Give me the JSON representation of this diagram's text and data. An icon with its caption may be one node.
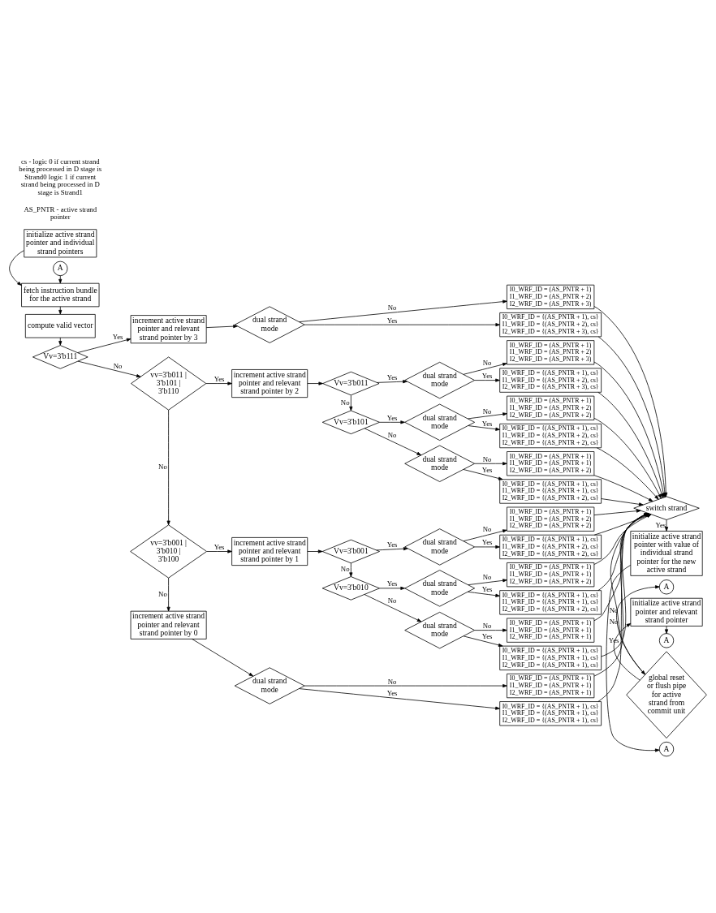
{
  "diagram": {
    "nodes": [
      {
        "text": [
          "initialize active strand pointer and individual strand pointers"
        ]
      },
      {
        "text": [
          "A"
        ]
      },
      {
        "text": [
          "fetch instruction bundle for the active strand"
        ]
      },
      {
        "text": [
          "compute valid vector"
        ]
      },
      {
        "text": [
          "Vv=3'b111"
        ]
      },
      {
        "text": [
          "increment active strand pointer and relevant strand pointer by 3"
        ]
      },
      {
        "text": [
          "dual strand mode"
        ]
      },
      {
        "text": [
          "I0_WRF_ID = (AS_PNTR + 1) I1_WRF_ID = (AS_PNTR + 2) I2_WRF_ID = (AS_PNTR + 3)"
        ]
      },
      {
        "text": [
          "I0_WRF_ID = {(AS_PNTR + 1), cs} I1_WRF_ID = {(AS_PNTR + 2), cs} I2_WRF_ID = {(AS_PNTR + 3), cs}"
        ]
      },
      {
        "text": [
          "vv=3'b011 | 3'b101 | 3'b110"
        ]
      },
      {
        "text": [
          "increment active strand pointer and relevant strand pointer by 2"
        ]
      },
      {
        "text": [
          "Vv=3'b011"
        ]
      },
      {
        "text": [
          "dual strand mode"
        ]
      },
      {
        "text": [
          "I0_WRF_ID = (AS_PNTR + 1) I1_WRF_ID = (AS_PNTR + 2) I2_WRF_ID = (AS_PNTR + 3)"
        ]
      },
      {
        "text": [
          "I0_WRF_ID = {(AS_PNTR + 1), cs} I1_WRF_ID = {(AS_PNTR + 2), cs} I2_WRF_ID = {(AS_PNTR + 3), cs}"
        ]
      },
      {
        "text": [
          "Vv=3'b101"
        ]
      },
      {
        "text": [
          "dual strand mode"
        ]
      },
      {
        "text": [
          "I0_WRF_ID = (AS_PNTR + 1) I1_WRF_ID = (AS_PNTR + 2) I2_WRF_ID = (AS_PNTR + 2)"
        ]
      },
      {
        "text": [
          "I0_WRF_ID = {(AS_PNTR + 1), cs} I1_WRF_ID = {(AS_PNTR + 2), cs} I2_WRF_ID = {(AS_PNTR + 2), cs}"
        ]
      },
      {
        "text": [
          "dual strand mode"
        ]
      },
      {
        "text": [
          "I0_WRF_ID = (AS_PNTR + 1) I1_WRF_ID = (AS_PNTR + 1) I2_WRF_ID = (AS_PNTR + 2)"
        ]
      },
      {
        "text": [
          "I0_WRF_ID = {(AS_PNTR + 1), cs} I1_WRF_ID = {(AS_PNTR + 1), cs} I2_WRF_ID = {(AS_PNTR + 2), cs}"
        ]
      },
      {
        "text": [
          "vv=3'b001 | 3'b010 | 3'b100"
        ]
      },
      {
        "text": [
          "increment active strand pointer and relevant strand pointer by 1"
        ]
      },
      {
        "text": [
          "Vv=3'b001"
        ]
      },
      {
        "text": [
          "dual strand mode"
        ]
      },
      {
        "text": [
          "I0_WRF_ID = (AS_PNTR + 1) I1_WRF_ID = (AS_PNTR + 2) I2_WRF_ID = (AS_PNTR + 2)"
        ]
      },
      {
        "text": [
          "I0_WRF_ID = {(AS_PNTR + 1), cs} I1_WRF_ID = {(AS_PNTR + 2), cs} I2_WRF_ID = {(AS_PNTR + 2), cs}"
        ]
      },
      {
        "text": [
          "Vv=3'b010"
        ]
      },
      {
        "text": [
          "dual strand mode"
        ]
      },
      {
        "text": [
          "I0_WRF_ID = (AS_PNTR + 1) I1_WRF_ID = (AS_PNTR + 1) I2_WRF_ID = (AS_PNTR + 2)"
        ]
      },
      {
        "text": [
          "I0_WRF_ID = {(AS_PNTR + 1), cs} I1_WRF_ID = {(AS_PNTR + 1), cs} I2_WRF_ID = {(AS_PNTR + 2), cs}"
        ]
      },
      {
        "text": [
          "dual strand mode"
        ]
      },
      {
        "text": [
          "I0_WRF_ID = (AS_PNTR + 1) I1_WRF_ID = (AS_PNTR + 1) I2_WRF_ID = (AS_PNTR + 1)"
        ]
      },
      {
        "text": [
          "I0_WRF_ID = {(AS_PNTR + 1), cs} I1_WRF_ID = {(AS_PNTR + 1), cs} I2_WRF_ID = {(AS_PNTR + 1), cs}"
        ]
      },
      {
        "text": [
          "increment active strand pointer and relevant strand pointer by 0"
        ]
      },
      {
        "text": [
          "dual strand mode"
        ]
      },
      {
        "text": [
          "I0_WRF_ID = (AS_PNTR + 1) I1_WRF_ID = (AS_PNTR + 1) I2_WRF_ID = (AS_PNTR + 1)"
        ]
      },
      {
        "text": [
          "I0_WRF_ID = {(AS_PNTR + 1), cs} I1_WRF_ID = {(AS_PNTR + 1), cs} I2_WRF_ID = {(AS_PNTR + 1), cs}"
        ]
      },
      {
        "text": [
          "switch strand"
        ]
      },
      {
        "text": [
          "initialize active strand pointer with value of individual strand pointer for the new active strand"
        ]
      },
      {
        "text": [
          "A"
        ]
      },
      {
        "text": [
          "global reset or flush pipe for active strand from commit unit"
        ]
      },
      {
        "text": [
          "initialize active strand pointer and relevant strand pointer"
        ]
      },
      {
        "text": [
          "A"
        ]
      },
      {
        "text": [
          "A"
        ]
      }
    ],
    "edges": [
      {
        "from": 0,
        "to": 2,
        "arrow": "to"
      },
      {
        "from": 1,
        "to": 2,
        "arrow": "to"
      },
      {
        "from": 2,
        "to": 3,
        "arrow": "to"
      },
      {
        "from": 3,
        "to": 4,
        "arrow": "to"
      },
      {
        "from": 4,
        "to": 5,
        "arrow": "to",
        "label": "Yes"
      },
      {
        "from": 4,
        "to": 9,
        "arrow": "to",
        "label": "No"
      },
      {
        "from": 5,
        "to": 6,
        "arrow": "to"
      },
      {
        "from": 6,
        "to": 7,
        "arrow": "to",
        "label": "No"
      },
      {
        "from": 6,
        "to": 8,
        "arrow": "to",
        "label": "Yes"
      },
      {
        "from": 9,
        "to": 10,
        "arrow": "to",
        "label": "Yes"
      },
      {
        "from": 9,
        "to": 22,
        "arrow": "to",
        "label": "No"
      },
      {
        "from": 10,
        "to": 11,
        "arrow": "to"
      },
      {
        "from": 11,
        "to": 12,
        "arrow": "to",
        "label": "Yes"
      },
      {
        "from": 11,
        "to": 15,
        "arrow": "to",
        "label": "No"
      },
      {
        "from": 12,
        "to": 13,
        "arrow": "to",
        "label": "No"
      },
      {
        "from": 12,
        "to": 14,
        "arrow": "to",
        "label": "Yes"
      },
      {
        "from": 15,
        "to": 16,
        "arrow": "to",
        "label": "Yes"
      },
      {
        "from": 15,
        "to": 19,
        "arrow": "to",
        "label": "No"
      },
      {
        "from": 16,
        "to": 17,
        "arrow": "to",
        "label": "No"
      },
      {
        "from": 16,
        "to": 18,
        "arrow": "to",
        "label": "Yes"
      },
      {
        "from": 19,
        "to": 20,
        "arrow": "to",
        "label": "No"
      },
      {
        "from": 19,
        "to": 21,
        "arrow": "to",
        "label": "Yes"
      },
      {
        "from": 22,
        "to": 23,
        "arrow": "to",
        "label": "Yes"
      },
      {
        "from": 22,
        "to": 35,
        "arrow": "to",
        "label": "No"
      },
      {
        "from": 23,
        "to": 24,
        "arrow": "to"
      },
      {
        "from": 24,
        "to": 25,
        "arrow": "to",
        "label": "Yes"
      },
      {
        "from": 24,
        "to": 28,
        "arrow": "to",
        "label": "No"
      },
      {
        "from": 25,
        "to": 26,
        "arrow": "to",
        "label": "No"
      },
      {
        "from": 25,
        "to": 27,
        "arrow": "to",
        "label": "Yes"
      },
      {
        "from": 28,
        "to": 29,
        "arrow": "to",
        "label": "Yes"
      },
      {
        "from": 28,
        "to": 32,
        "arrow": "to",
        "label": "No"
      },
      {
        "from": 29,
        "to": 30,
        "arrow": "to",
        "label": "No"
      },
      {
        "from": 29,
        "to": 31,
        "arrow": "to",
        "label": "Yes"
      },
      {
        "from": 32,
        "to": 33,
        "arrow": "to",
        "label": "No"
      },
      {
        "from": 32,
        "to": 34,
        "arrow": "to",
        "label": "Yes"
      },
      {
        "from": 35,
        "to": 36,
        "arrow": "to"
      },
      {
        "from": 36,
        "to": 37,
        "arrow": "to",
        "label": "No"
      },
      {
        "from": 36,
        "to": 38,
        "arrow": "to",
        "label": "Yes"
      },
      {
        "from": 7,
        "to": 39,
        "arrow": "to"
      },
      {
        "from": 8,
        "to": 39,
        "arrow": "to"
      },
      {
        "from": 13,
        "to": 39,
        "arrow": "to"
      },
      {
        "from": 14,
        "to": 39,
        "arrow": "to"
      },
      {
        "from": 17,
        "to": 39,
        "arrow": "to"
      },
      {
        "from": 18,
        "to": 39,
        "arrow": "to"
      },
      {
        "from": 20,
        "to": 39,
        "arrow": "to"
      },
      {
        "from": 21,
        "to": 39,
        "arrow": "to"
      },
      {
        "from": 26,
        "to": 39,
        "arrow": "to"
      },
      {
        "from": 27,
        "to": 39,
        "arrow": "to"
      },
      {
        "from": 30,
        "to": 39,
        "arrow": "to"
      },
      {
        "from": 31,
        "to": 39,
        "arrow": "to"
      },
      {
        "from": 33,
        "to": 39,
        "arrow": "to"
      },
      {
        "from": 34,
        "to": 39,
        "arrow": "to"
      },
      {
        "from": 37,
        "to": 39,
        "arrow": "to"
      },
      {
        "from": 38,
        "to": 39,
        "arrow": "to"
      },
      {
        "from": 39,
        "to": 40,
        "arrow": "to",
        "label": "Yes"
      },
      {
        "from": 39,
        "to": 42,
        "arrow": "to",
        "label": "No"
      },
      {
        "from": 40,
        "to": 41,
        "arrow": "to"
      },
      {
        "from": 42,
        "to": 43,
        "arrow": "to",
        "label": "Yes"
      },
      {
        "from": 42,
        "to": 44,
        "arrow": "to",
        "label": "No"
      },
      {
        "from": 43,
        "to": 45,
        "arrow": "to"
      }
    ],
    "labels": [
      "AS_PNTR - active strand pointer",
      "cs - logic 0 if current strand being processed in D stage is Strand0 logic 1 if current strand being processed in D stage is Strand1"
    ]
  }
}
